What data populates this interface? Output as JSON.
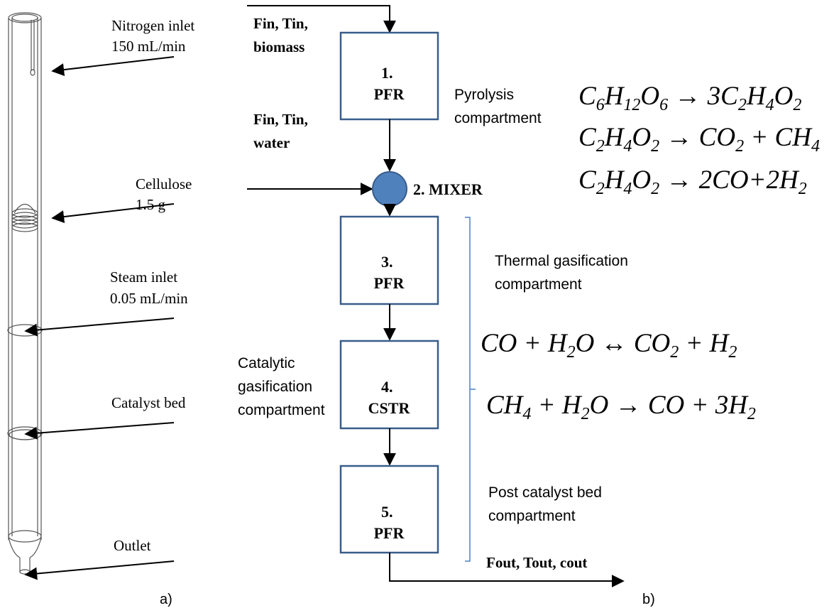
{
  "tube_labels": {
    "nitrogen": [
      "Nitrogen inlet",
      "150 mL/min"
    ],
    "cellulose": [
      "Cellulose",
      "1.5 g"
    ],
    "steam": [
      "Steam inlet",
      "0.05 mL/min"
    ],
    "catalyst": "Catalyst bed",
    "outlet": "Outlet"
  },
  "inputs": {
    "feed_top": [
      "Fin, Tin,",
      "biomass"
    ],
    "feed_water": [
      "Fin, Tin,",
      "water"
    ],
    "output": "Fout, Tout, cout"
  },
  "units": {
    "u1": [
      "1.",
      "PFR"
    ],
    "u2": "2. MIXER",
    "u3": [
      "3.",
      "PFR"
    ],
    "u4": [
      "4.",
      "CSTR"
    ],
    "u5": [
      "5.",
      "PFR"
    ]
  },
  "compartments": {
    "pyrolysis": [
      "Pyrolysis",
      "compartment"
    ],
    "thermal": [
      "Thermal gasification",
      "compartment"
    ],
    "catalytic": [
      "Catalytic",
      "gasification",
      "compartment"
    ],
    "post": [
      "Post catalyst bed",
      "compartment"
    ]
  },
  "equations": {
    "eq1": "C6H12O6 → 3C2H4O2",
    "eq2": "C2H4O2 → CO2 + CH4",
    "eq3": "C2H4O2 → 2CO + 2H2",
    "eq4": "CO + H2O ↔ CO2 + H2",
    "eq5": "CH4 + H2O → CO + 3H2"
  },
  "panel_tags": {
    "a": "a)",
    "b": "b)"
  },
  "colors": {
    "mixer_fill": "#4f81bd",
    "mixer_stroke": "#385d8a",
    "box_stroke": "#385d8a",
    "bracket": "#4f81bd"
  }
}
